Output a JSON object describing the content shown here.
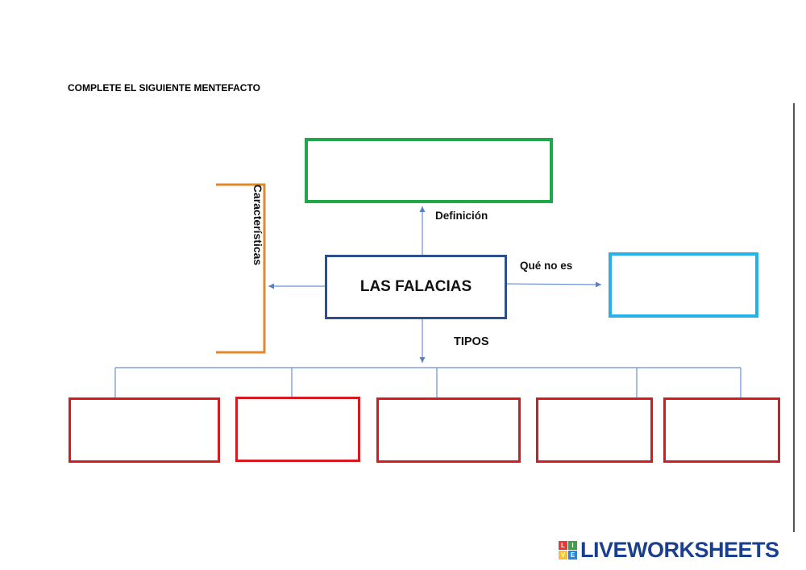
{
  "title": "COMPLETE EL SIGUIENTE MENTEFACTO",
  "central": {
    "label": "LAS FALACIAS"
  },
  "connectors": {
    "definicion": "Definición",
    "que_no_es": "Qué no es",
    "tipos": "TIPOS",
    "caracteristicas": "Características"
  },
  "definition_box": {
    "value": ""
  },
  "not_is_box": {
    "value": ""
  },
  "types": [
    {
      "value": ""
    },
    {
      "value": ""
    },
    {
      "value": ""
    },
    {
      "value": ""
    },
    {
      "value": ""
    }
  ],
  "colors": {
    "central": "#2f4f8a",
    "definition": "#1fa84a",
    "not_is": "#26b1e8",
    "types": "#d71a20",
    "characteristics": "#e08a2c",
    "lines": "#6b8fcf"
  },
  "logo": {
    "squares": [
      "L",
      "I",
      "V",
      "E"
    ],
    "text": "LIVEWORKSHEETS"
  }
}
